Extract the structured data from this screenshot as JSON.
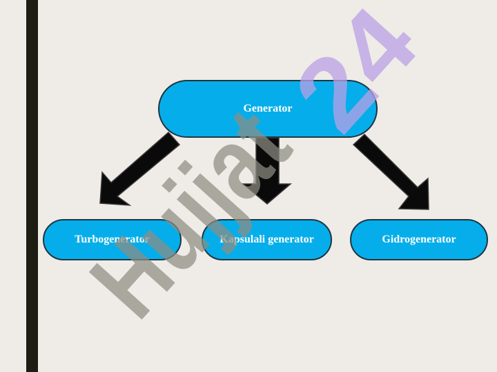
{
  "diagram": {
    "root": {
      "label": "Generator"
    },
    "children": [
      {
        "label": "Turbogenerator"
      },
      {
        "label": "Kapsulali generator"
      },
      {
        "label": "Gidrogenerator"
      }
    ]
  },
  "watermark": {
    "text": "Hujjat",
    "number": "24"
  },
  "colors": {
    "background": "#efebe6",
    "side_bar": "#1e1d12",
    "node_fill": "#05aeea",
    "node_border": "#1f3540",
    "node_text": "#ffffff",
    "arrow_fill": "#0a0a0a",
    "watermark_text": "#8e8e84",
    "watermark_number": "#b9a0e6"
  }
}
